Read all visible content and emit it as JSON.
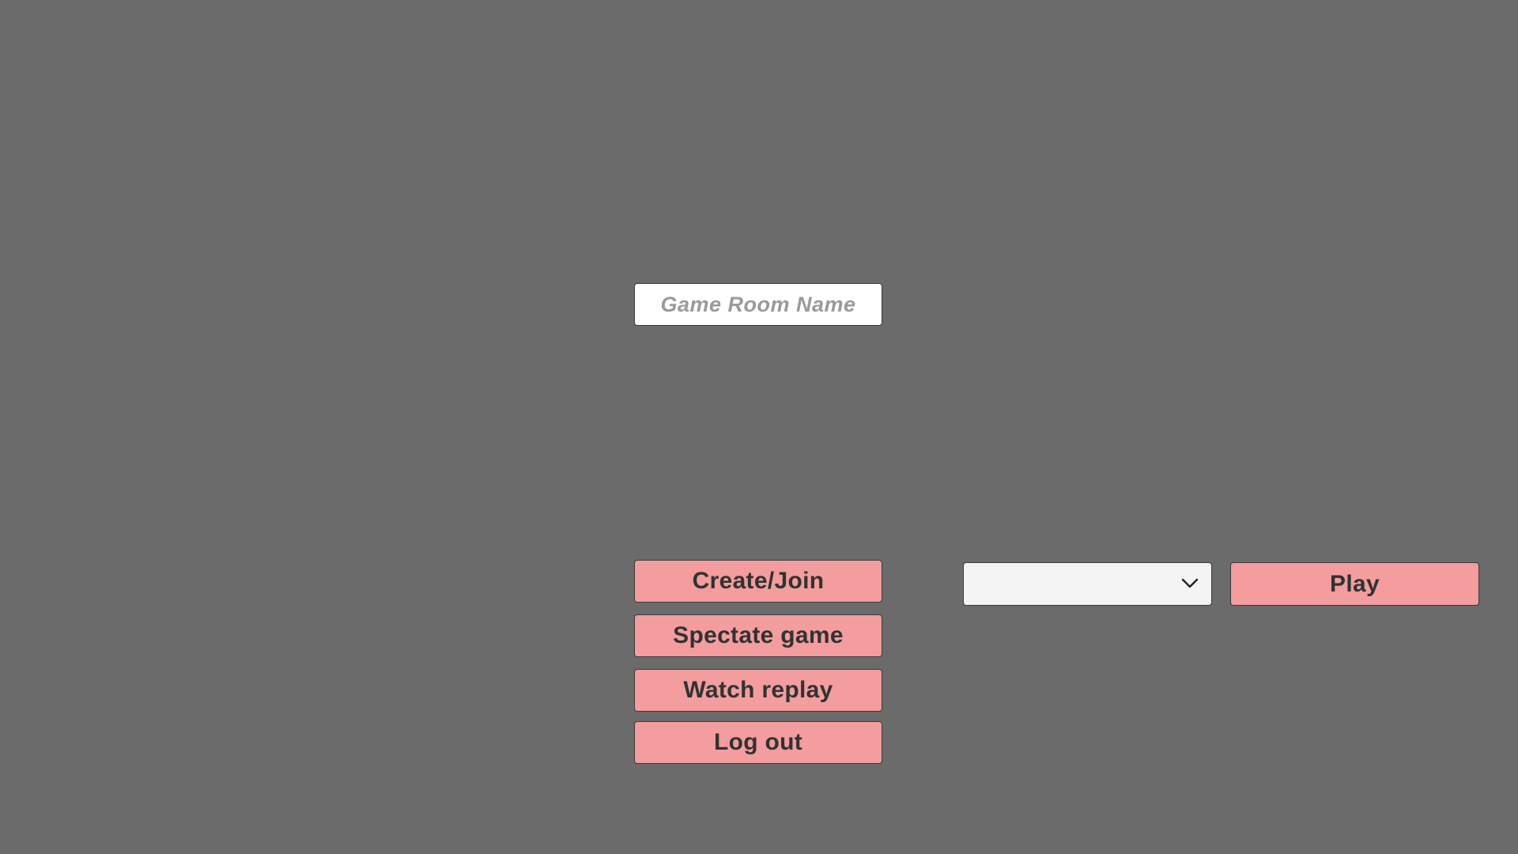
{
  "room": {
    "placeholder": "Game Room Name",
    "value": ""
  },
  "buttons": {
    "create_join": "Create/Join",
    "spectate": "Spectate game",
    "watch_replay": "Watch replay",
    "log_out": "Log out",
    "play": "Play"
  },
  "dropdown": {
    "selected": "",
    "icon": "chevron-down-icon"
  },
  "colors": {
    "background": "#6b6b6b",
    "button": "#f39d9e",
    "input": "#ffffff",
    "dropdown": "#f4f4f4"
  }
}
